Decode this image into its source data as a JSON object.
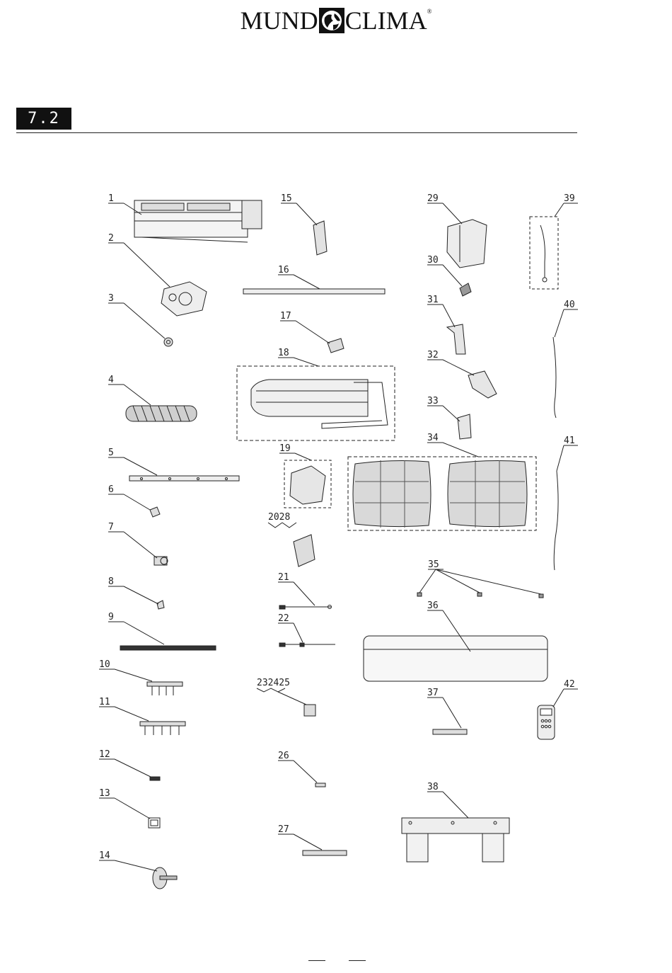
{
  "header": {
    "brand_left": "MUND",
    "brand_right": "CLIMA",
    "trademark": "®",
    "logo_icon": "globe-icon"
  },
  "section": {
    "number": "7.2"
  },
  "parts": [
    {
      "id": "1"
    },
    {
      "id": "2"
    },
    {
      "id": "3"
    },
    {
      "id": "4"
    },
    {
      "id": "5"
    },
    {
      "id": "6"
    },
    {
      "id": "7"
    },
    {
      "id": "8"
    },
    {
      "id": "9"
    },
    {
      "id": "10"
    },
    {
      "id": "11"
    },
    {
      "id": "12"
    },
    {
      "id": "13"
    },
    {
      "id": "14"
    },
    {
      "id": "15"
    },
    {
      "id": "16"
    },
    {
      "id": "17"
    },
    {
      "id": "18"
    },
    {
      "id": "19"
    },
    {
      "id": "2028"
    },
    {
      "id": "21"
    },
    {
      "id": "22"
    },
    {
      "id": "232425"
    },
    {
      "id": "26"
    },
    {
      "id": "27"
    },
    {
      "id": "29"
    },
    {
      "id": "30"
    },
    {
      "id": "31"
    },
    {
      "id": "32"
    },
    {
      "id": "33"
    },
    {
      "id": "34"
    },
    {
      "id": "35"
    },
    {
      "id": "36"
    },
    {
      "id": "37"
    },
    {
      "id": "38"
    },
    {
      "id": "39"
    },
    {
      "id": "40"
    },
    {
      "id": "41"
    },
    {
      "id": "42"
    }
  ]
}
